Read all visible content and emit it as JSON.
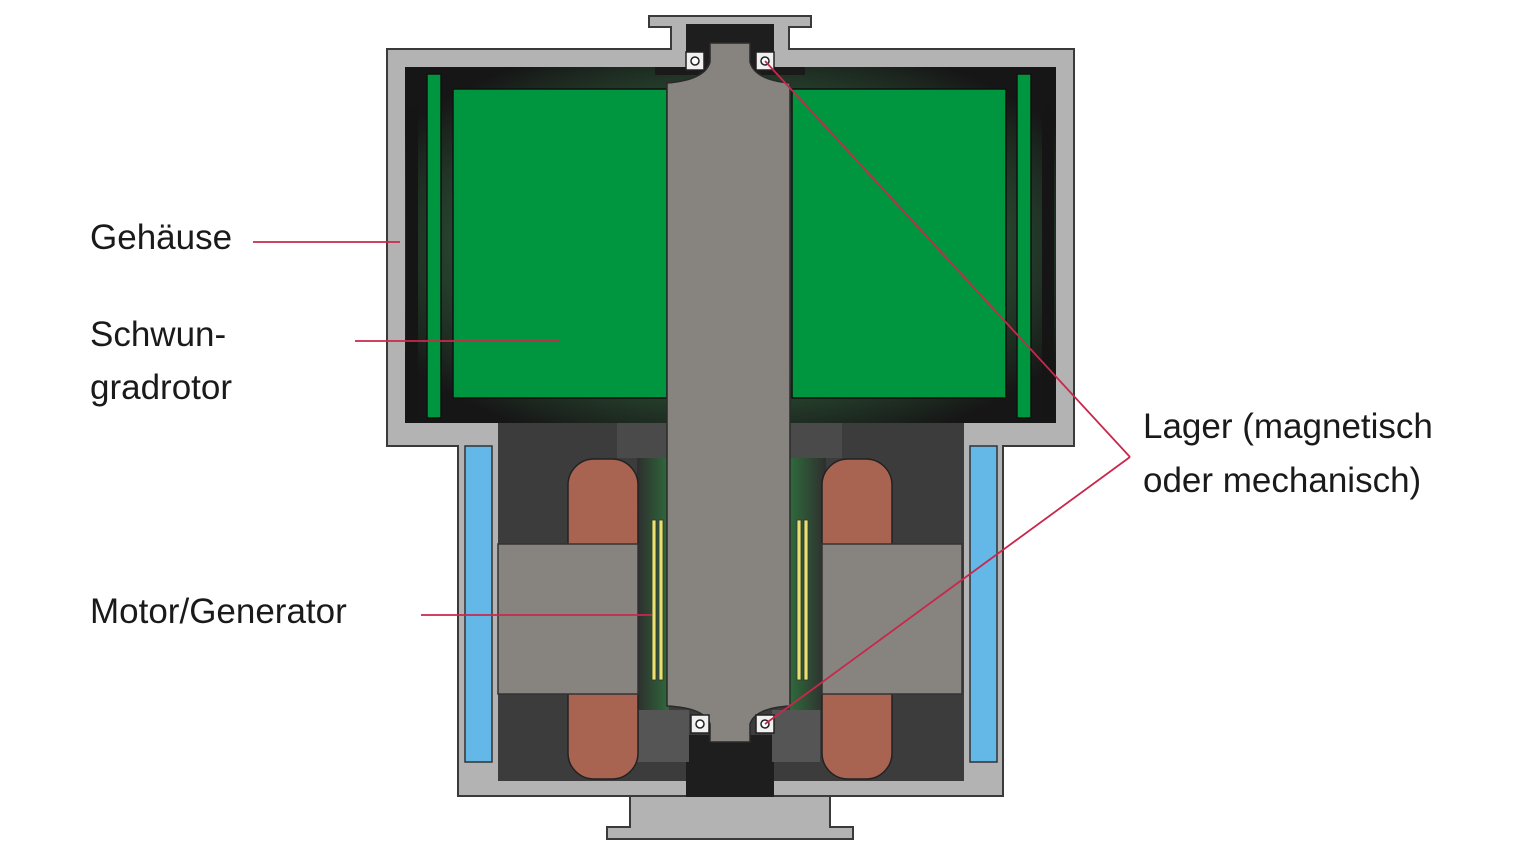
{
  "labels": {
    "housing": "Gehäuse",
    "rotor_line1": "Schwun-",
    "rotor_line2": "gradrotor",
    "motor": "Motor/Generator",
    "bearing_line1": "Lager (magnetisch",
    "bearing_line2": "oder mechanisch)"
  },
  "colors": {
    "housing": "#b3b3b3",
    "housing_outline": "#3a3a3a",
    "rotor_green": "#00963f",
    "rotor_dark": "#1a1a1a",
    "shaft": "#888480",
    "coil": "#a86450",
    "cooling": "#63b8e8",
    "cavity": "#3c3c3c",
    "callout_line": "#c8284b",
    "magnet_yellow": "#e8e070"
  },
  "icons": {
    "bearing": "ball-bearing-icon"
  }
}
